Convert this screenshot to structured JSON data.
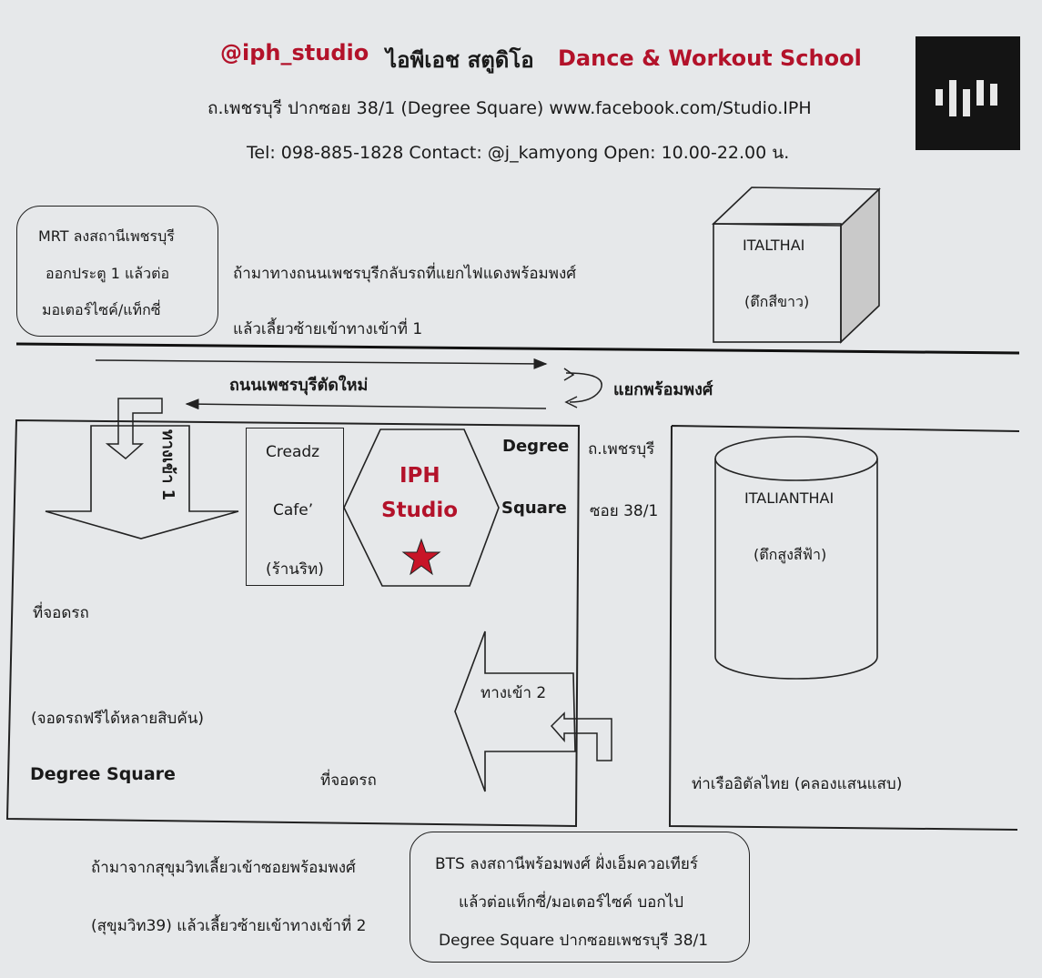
{
  "header": {
    "name_en": "@iph_studio",
    "name_th": "ไอพีเอช  สตูดิโอ",
    "tagline": "Dance & Workout School",
    "address": "ถ.เพชรบุรี  ปากซอย  38/1  (Degree Square)  www.facebook.com/Studio.IPH",
    "contact": "Tel: 098-885-1828   Contact: @j_kamyong  Open: 10.00-22.00 น."
  },
  "logo": {
    "icon": "iph-logo-icon"
  },
  "mrt_box": [
    "MRT ลงสถานีเพชรบุรี",
    "ออกประตู 1 แล้วต่อ",
    "มอเตอร์ไซค์/แท็กซี่"
  ],
  "note_top": [
    "ถ้ามาทางถนนเพชรบุรีกลับรถที่แยกไฟแดงพร้อมพงศ์",
    "แล้วเลี้ยวซ้ายเข้าทางเข้าที่ 1"
  ],
  "italthai": {
    "name": "ITALTHAI",
    "desc": "(ตึกสีขาว)"
  },
  "road": {
    "name": "ถนนเพชรบุรีตัดใหม่",
    "junction": "แยกพร้อมพงศ์"
  },
  "entrance1": "ทางเข้า 1",
  "creadz": [
    "Creadz",
    "Cafe’",
    "(ร้านริท)"
  ],
  "iph": [
    "IPH",
    "Studio"
  ],
  "degree": [
    "Degree",
    "Square"
  ],
  "soi": [
    "ถ.เพชรบุรี",
    "ซอย 38/1"
  ],
  "italianthai": {
    "name": "ITALIANTHAI",
    "desc": "(ตึกสูงสีฟ้า)"
  },
  "parking1": "ที่จอดรถ",
  "parking_free": "(จอดรถฟรีได้หลายสิบคัน)",
  "degree_label": "Degree Square",
  "parking2": "ที่จอดรถ",
  "entrance2": "ทางเข้า 2",
  "pier": "ท่าเรืออิตัลไทย (คลองแสนแสบ)",
  "note_bottom": [
    "ถ้ามาจากสุขุมวิทเลี้ยวเข้าซอยพร้อมพงศ์",
    "(สุขุมวิท39) แล้วเลี้ยวซ้ายเข้าทางเข้าที่ 2"
  ],
  "bts_box": [
    "BTS ลงสถานีพร้อมพงศ์ ฝั่งเอ็มควอเทียร์",
    "แล้วต่อแท็กซี่/มอเตอร์ไซค์ บอกไป",
    "Degree Square ปากซอยเพชรบุรี 38/1"
  ],
  "colors": {
    "accent": "#b3122a",
    "star": "#c81528"
  }
}
